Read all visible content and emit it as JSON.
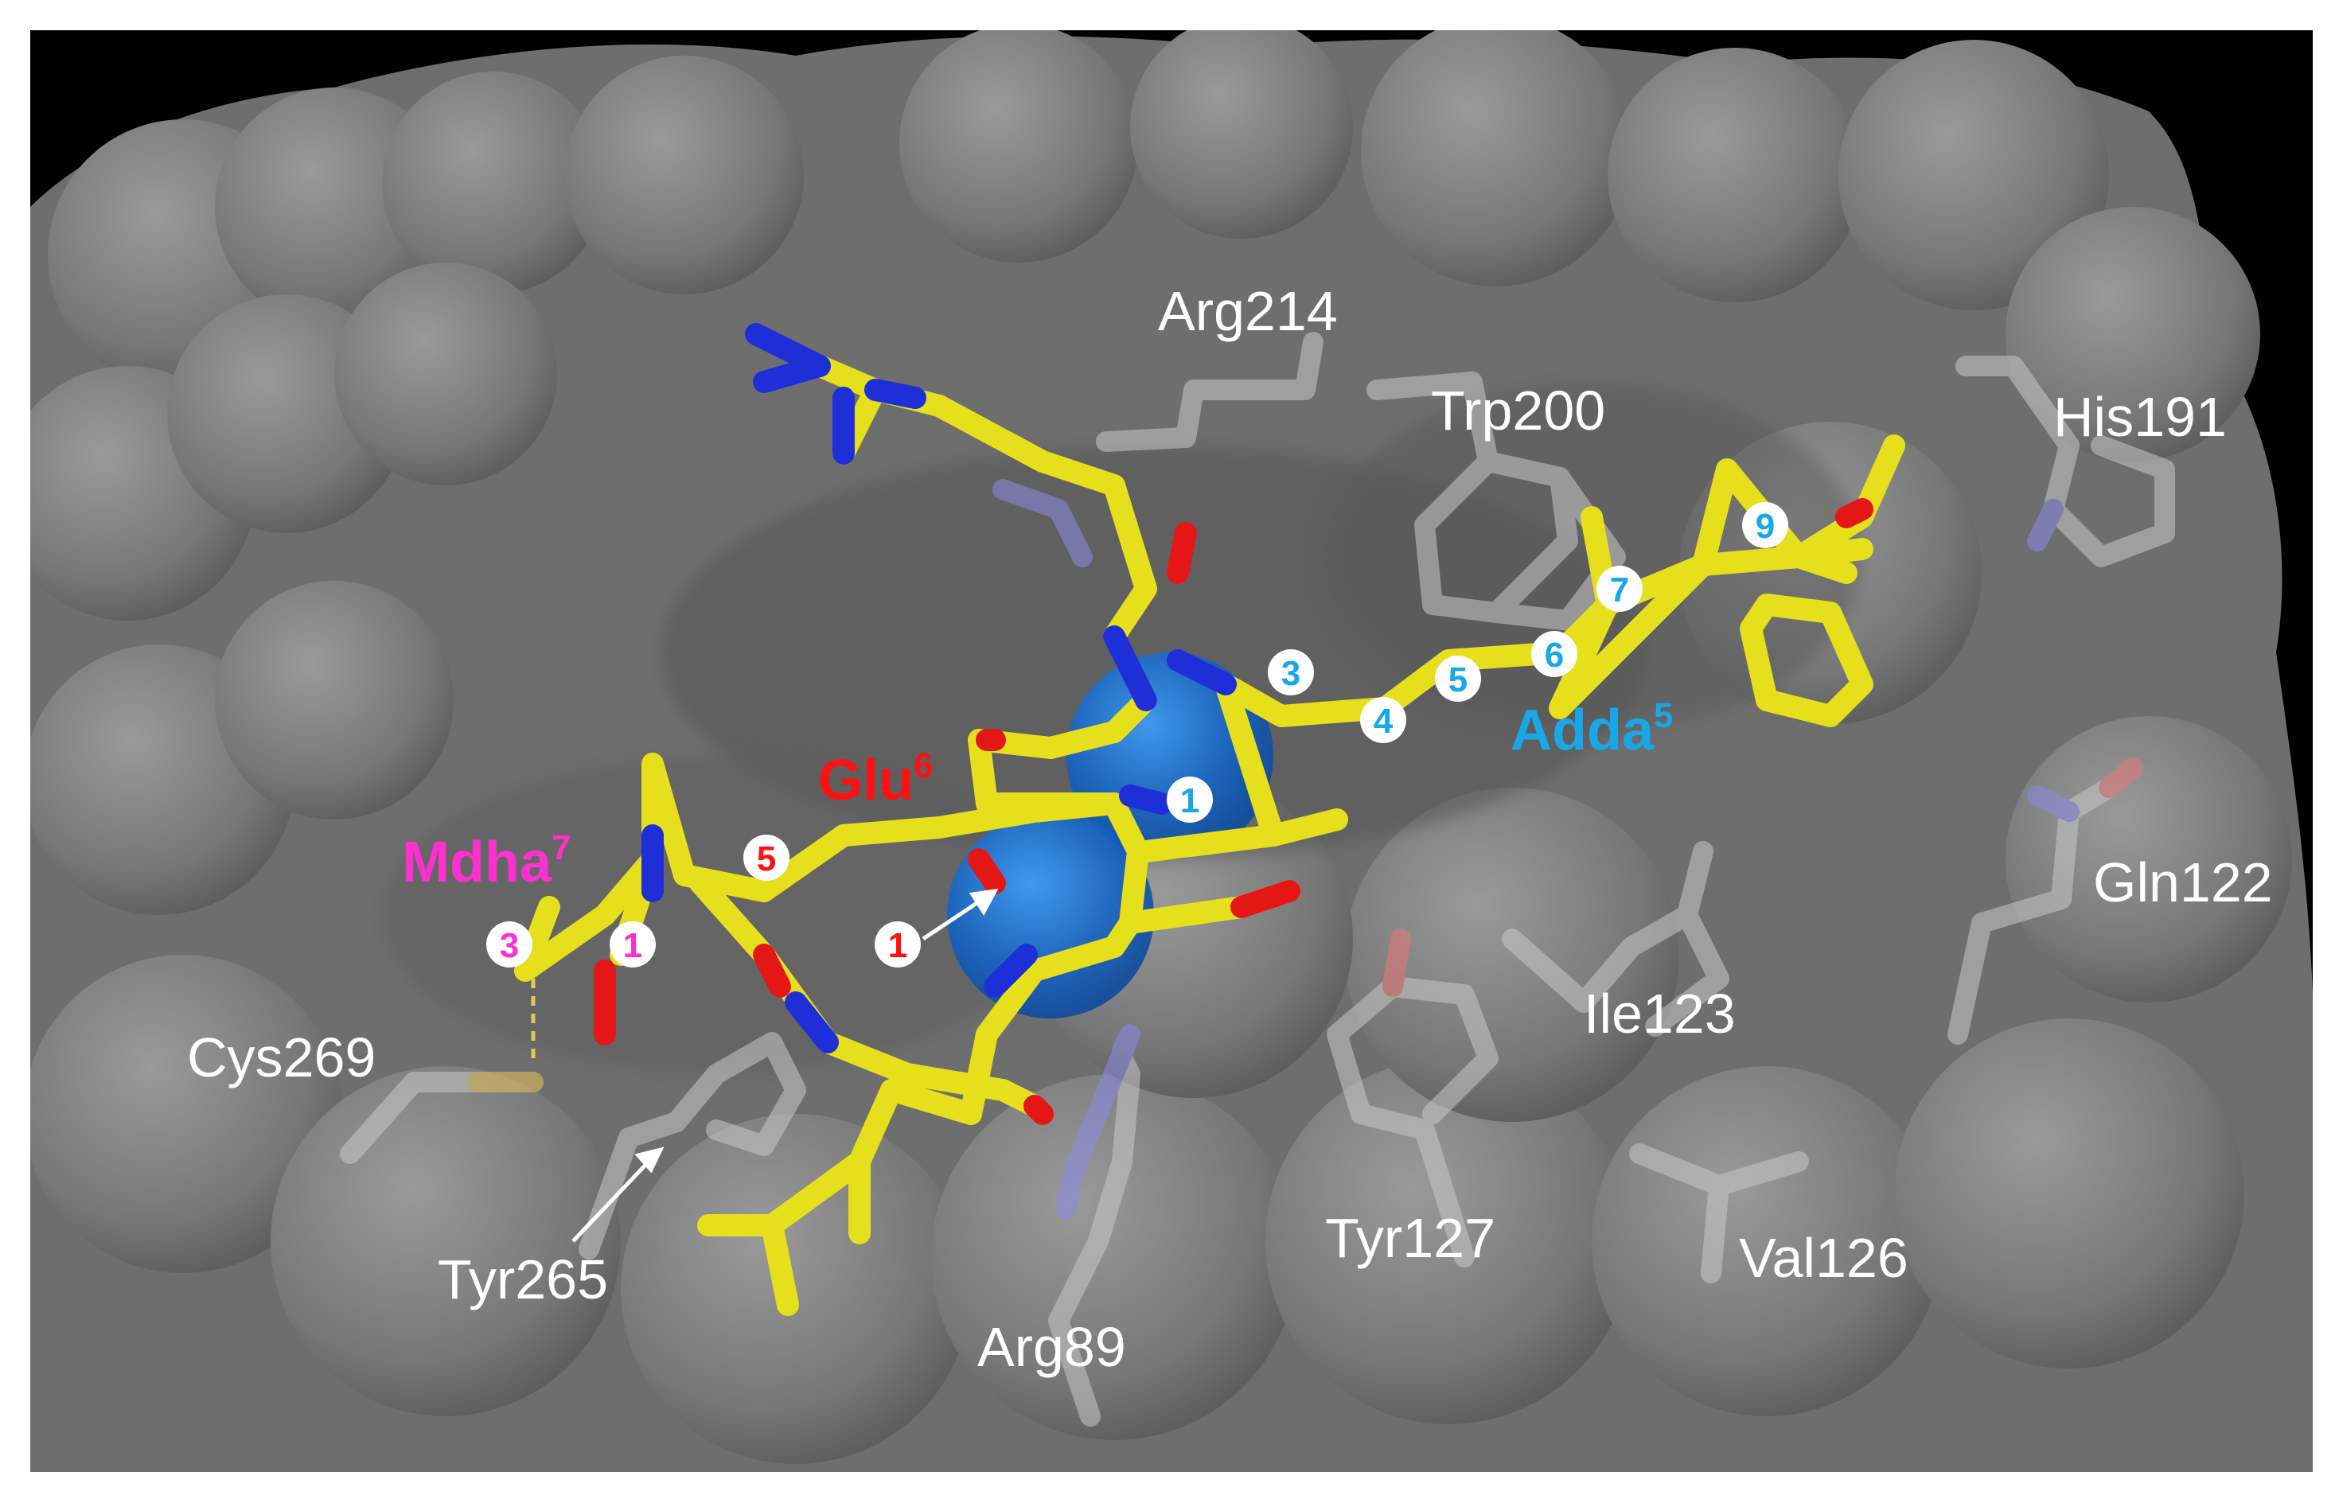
{
  "colors": {
    "background": "#000000",
    "frame": "#ffffff",
    "surface": "#7a7a7a",
    "surface_shade": "#5e5e5e",
    "surface_light": "#929292",
    "ligand_carbon": "#e6e01c",
    "nitrogen": "#1f2fd8",
    "oxygen": "#e51616",
    "sulfur": "#e6c55a",
    "residue_stick": "#c8c8c8",
    "residue_nitrogen": "#8a8ae8",
    "residue_oxygen": "#e87878",
    "sphere": "#1a6fd6",
    "glu_label": "#ff1010",
    "adda_label": "#18a8e8",
    "mdha_label": "#ff2fd0",
    "residue_label": "#ffffff"
  },
  "residue_labels": [
    {
      "id": "arg214",
      "text": "Arg214"
    },
    {
      "id": "trp200",
      "text": "Trp200"
    },
    {
      "id": "his191",
      "text": "His191"
    },
    {
      "id": "gln122",
      "text": "Gln122"
    },
    {
      "id": "ile123",
      "text": "Ile123"
    },
    {
      "id": "cys269",
      "text": "Cys269"
    },
    {
      "id": "tyr127",
      "text": "Tyr127"
    },
    {
      "id": "val126",
      "text": "Val126"
    },
    {
      "id": "tyr265",
      "text": "Tyr265"
    },
    {
      "id": "arg89",
      "text": "Arg89"
    }
  ],
  "ligand_labels": {
    "glu": {
      "name": "Glu",
      "sup": "6"
    },
    "adda": {
      "name": "Adda",
      "sup": "5"
    },
    "mdha": {
      "name": "Mdha",
      "sup": "7"
    }
  },
  "badges": [
    {
      "id": "adda-1",
      "text": "1",
      "group": "adda"
    },
    {
      "id": "adda-3",
      "text": "3",
      "group": "adda"
    },
    {
      "id": "adda-4",
      "text": "4",
      "group": "adda"
    },
    {
      "id": "adda-5",
      "text": "5",
      "group": "adda"
    },
    {
      "id": "adda-6",
      "text": "6",
      "group": "adda"
    },
    {
      "id": "adda-7",
      "text": "7",
      "group": "adda"
    },
    {
      "id": "adda-9",
      "text": "9",
      "group": "adda"
    },
    {
      "id": "glu-5",
      "text": "5",
      "group": "glu"
    },
    {
      "id": "glu-1",
      "text": "1",
      "group": "glu"
    },
    {
      "id": "mdha-3",
      "text": "3",
      "group": "mdha"
    },
    {
      "id": "mdha-1",
      "text": "1",
      "group": "mdha"
    }
  ]
}
